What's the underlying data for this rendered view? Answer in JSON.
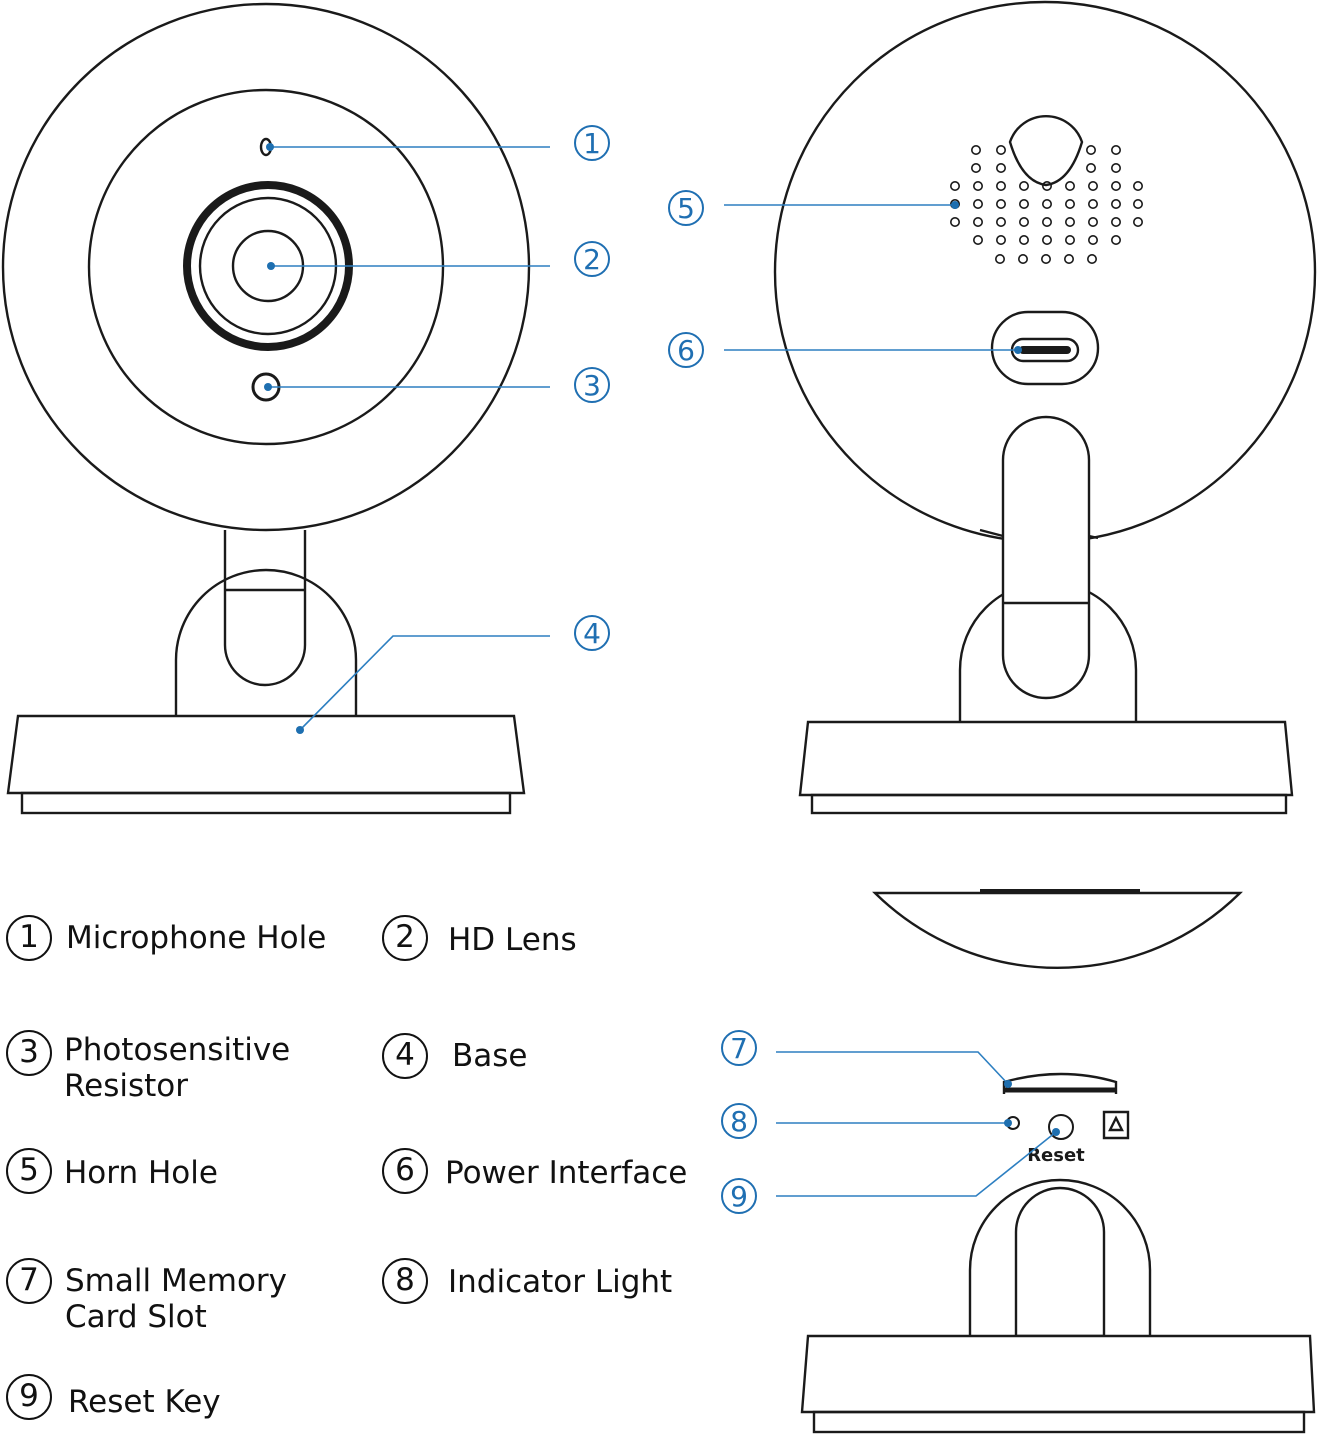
{
  "legend": [
    {
      "num": "1",
      "label": "Microphone Hole"
    },
    {
      "num": "2",
      "label": "HD Lens"
    },
    {
      "num": "3",
      "label": "Photosensitive Resistor"
    },
    {
      "num": "4",
      "label": "Base"
    },
    {
      "num": "5",
      "label": "Horn Hole"
    },
    {
      "num": "6",
      "label": "Power Interface"
    },
    {
      "num": "7",
      "label": "Small Memory Card Slot"
    },
    {
      "num": "8",
      "label": "Indicator Light"
    },
    {
      "num": "9",
      "label": "Reset Key"
    }
  ],
  "callouts": [
    "1",
    "2",
    "3",
    "4",
    "5",
    "6",
    "7",
    "8",
    "9"
  ],
  "device_text": {
    "reset": "Reset"
  },
  "colors": {
    "line": "#1a1a1a",
    "leader": "#2d7fc1",
    "callout": "#1f6fb2"
  }
}
